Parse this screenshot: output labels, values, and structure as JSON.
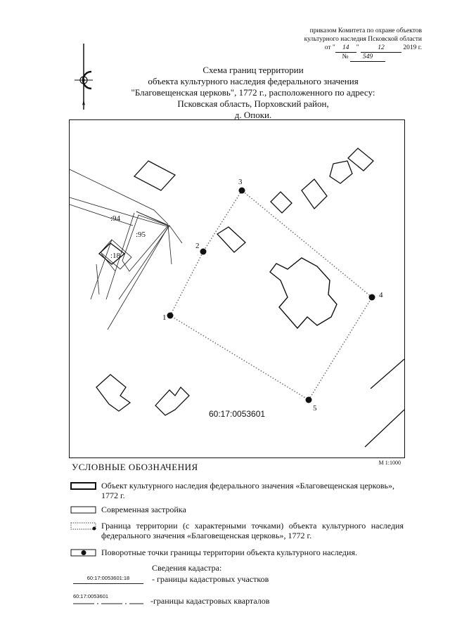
{
  "header": {
    "line1": "приказом Комитета по охране объектов",
    "line2": "культурного наследия Псковской области",
    "date_prefix": "от \"",
    "date_day": "14",
    "date_mid": "\"",
    "date_month": "12",
    "date_suffix": "2019 г.",
    "number_prefix": "№",
    "number": "549"
  },
  "title": {
    "line1": "Схема границ территории",
    "line2": "объекта культурного наследия федерального значения",
    "line3": "\"Благовещенская церковь\", 1772 г., расположенного по адресу:",
    "line4": "Псковская область, Порховский район,",
    "line5": "д. Опоки."
  },
  "map": {
    "parcel_labels": [
      ":94",
      ":95",
      ":18"
    ],
    "point_labels": [
      "1",
      "2",
      "3",
      "4",
      "5"
    ],
    "quarter_label": "60:17:0053601",
    "scale": "М 1:1000"
  },
  "legend": {
    "title": "УСЛОВНЫЕ ОБОЗНАЧЕНИЯ",
    "items": [
      "Объект культурного наследия федерального значения «Благовещенская церковь», 1772 г.",
      "Современная застройка",
      "Граница территории (с характерными точками) объекта культурного наследия федерального значения «Благовещенская церковь», 1772 г.",
      "Поворотные точки границы территории объекта культурного наследия."
    ],
    "cadastre_title": "Сведения кадастра:",
    "parcel_sample": "60:17:0053601:18",
    "parcel_text": "- границы кадастровых участков",
    "quarter_sample": "60:17:0053601",
    "quarter_text": "-границы кадастровых кварталов"
  },
  "icons": [
    "north-arrow-icon"
  ]
}
